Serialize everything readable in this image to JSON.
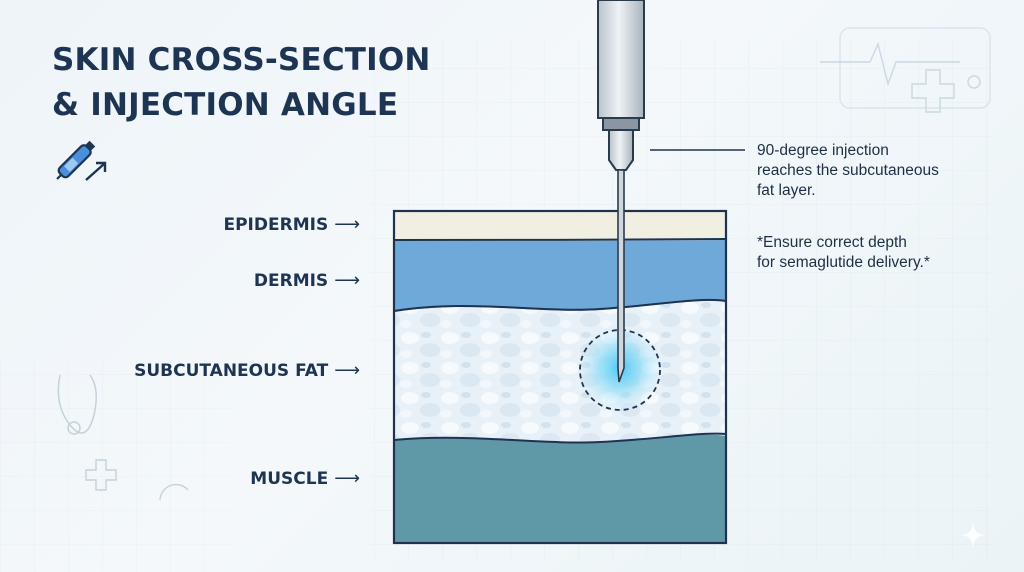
{
  "title": {
    "line1": "SKIN CROSS-SECTION",
    "line2": "& INJECTION ANGLE"
  },
  "layers": {
    "epidermis": "EPIDERMIS",
    "dermis": "DERMIS",
    "subcutaneous_fat": "SUBCUTANEOUS FAT",
    "muscle": "MUSCLE"
  },
  "notes": {
    "injection_line1": "90-degree injection",
    "injection_line2": "reaches the subcutaneous",
    "injection_line3": "fat layer.",
    "depth_line1": "*Ensure correct depth",
    "depth_line2": "for semaglutide delivery.*"
  },
  "colors": {
    "title": "#1d3552",
    "epidermis": "#f1eee3",
    "dermis": "#6fa9d9",
    "subcutaneous_fat": "#e7f1f8",
    "muscle": "#5e98a6",
    "injection_glow": "#49c8f2"
  },
  "icons": {
    "pen": "injection-pen-icon",
    "background": [
      "heartbeat-icon",
      "medical-cross-icon",
      "stethoscope-icon"
    ],
    "corner": "sparkle-icon"
  }
}
